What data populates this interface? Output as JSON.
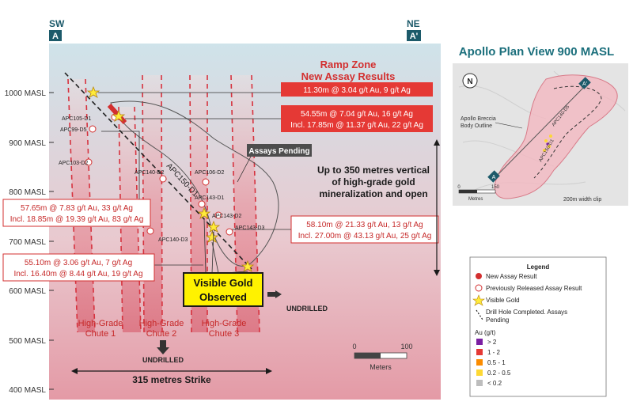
{
  "header": {
    "sw_dir": "SW",
    "sw_mark": "A",
    "ne_dir": "NE",
    "ne_mark": "A'"
  },
  "y_axis": [
    "1000 MASL",
    "900 MASL",
    "800 MASL",
    "700 MASL",
    "600 MASL",
    "500 MASL",
    "400 MASL"
  ],
  "ramp_title": [
    "Ramp Zone",
    "New Assay Results"
  ],
  "results": {
    "r1": "11.30m @ 3.04 g/t Au, 9 g/t Ag",
    "r2a": "54.55m @ 7.04 g/t Au, 16 g/t Ag",
    "r2b": "Incl. 17.85m @ 11.37 g/t Au, 22 g/t Ag",
    "r3a": "57.65m @ 7.83 g/t Au, 33 g/t Ag",
    "r3b": "Incl. 18.85m @ 19.39 g/t Au, 83 g/t Ag",
    "r4a": "55.10m @ 3.06 g/t Au, 7 g/t Ag",
    "r4b": "Incl. 16.40m @ 8.44 g/t Au, 19 g/t Ag",
    "r5a": "58.10m @ 21.33 g/t Au, 13 g/t Ag",
    "r5b": "Incl. 27.00m @ 43.13 g/t Au, 25 g/t Ag"
  },
  "holes": {
    "apc105": "APC105-D1",
    "apc99": "APC99-D5",
    "apc103": "APC103-D2",
    "apc140d2": "APC140-D2",
    "apc140d3": "APC140-D3",
    "apc106": "APC106-D2",
    "apc143d1": "APC143-D1",
    "apc143d2": "APC143-D2",
    "apc143d3": "APC143-D3",
    "apc150": "APC150-D1"
  },
  "assays_pending": "Assays Pending",
  "vertical_note": [
    "Up to 350 metres vertical",
    "of high-grade gold",
    "mineralization and open"
  ],
  "visible_gold": [
    "Visible Gold",
    "Observed"
  ],
  "undrilled": "UNDRILLED",
  "chutes": [
    [
      "High-Grade",
      "Chute 1"
    ],
    [
      "High-Grade",
      "Chute 2"
    ],
    [
      "High-Grade",
      "Chute 3"
    ]
  ],
  "strike": "315 metres Strike",
  "scale": {
    "zero": "0",
    "hundred": "100",
    "unit": "Meters"
  },
  "plan": {
    "title": "Apollo Plan View 900 MASL",
    "north": "N",
    "breccia": [
      "Apollo Breccia",
      "Body Outline"
    ],
    "hole_a": "APC140-D5",
    "hole_b": "APC150-D1",
    "mark_a": "A",
    "mark_b": "A'",
    "scale_zero": "0",
    "scale_150": "150",
    "scale_unit": "Metres",
    "clip": "200m width clip"
  },
  "legend": {
    "title": "Legend",
    "items": [
      "New Assay Result",
      "Previously Released Assay Result",
      "Visible Gold"
    ],
    "drill": [
      "Drill Hole Completed. Assays",
      "Pending"
    ],
    "au_title": "Au (g/t)",
    "au_items": [
      "> 2",
      "1 - 2",
      "0.5 - 1",
      "0.2 - 0.5",
      "< 0.2"
    ],
    "au_colors": [
      "#7b1fa2",
      "#e53935",
      "#fb8c00",
      "#fdd835",
      "#bdbdbd"
    ]
  },
  "colors": {
    "accent": "#c62828",
    "teal": "#1c5a6a",
    "title_teal": "#1b6f7c"
  }
}
